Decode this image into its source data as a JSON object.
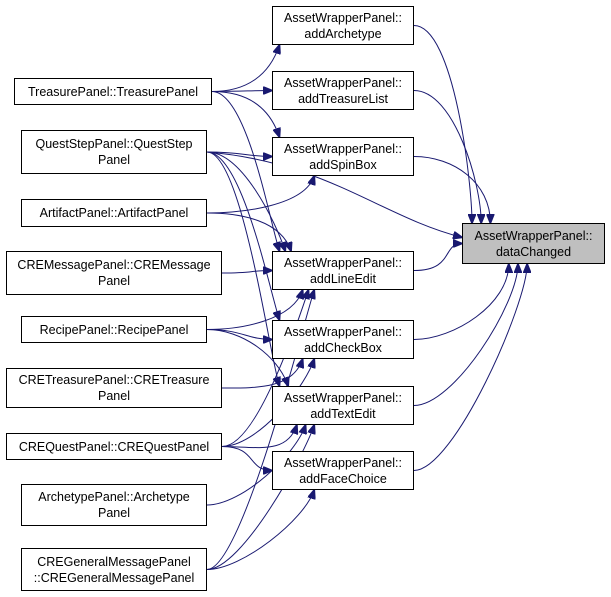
{
  "nodes": {
    "addArchetype": {
      "lines": [
        "AssetWrapperPanel::",
        "addArchetype"
      ]
    },
    "addTreasureList": {
      "lines": [
        "AssetWrapperPanel::",
        "addTreasureList"
      ]
    },
    "addSpinBox": {
      "lines": [
        "AssetWrapperPanel::",
        "addSpinBox"
      ]
    },
    "addLineEdit": {
      "lines": [
        "AssetWrapperPanel::",
        "addLineEdit"
      ]
    },
    "addCheckBox": {
      "lines": [
        "AssetWrapperPanel::",
        "addCheckBox"
      ]
    },
    "addTextEdit": {
      "lines": [
        "AssetWrapperPanel::",
        "addTextEdit"
      ]
    },
    "addFaceChoice": {
      "lines": [
        "AssetWrapperPanel::",
        "addFaceChoice"
      ]
    },
    "dataChanged": {
      "lines": [
        "AssetWrapperPanel::",
        "dataChanged"
      ]
    },
    "treasurePanel": {
      "lines": [
        "TreasurePanel::TreasurePanel"
      ]
    },
    "questStepPanel": {
      "lines": [
        "QuestStepPanel::QuestStep",
        "Panel"
      ]
    },
    "artifactPanel": {
      "lines": [
        "ArtifactPanel::ArtifactPanel"
      ]
    },
    "creMessagePanel": {
      "lines": [
        "CREMessagePanel::CREMessage",
        "Panel"
      ]
    },
    "recipePanel": {
      "lines": [
        "RecipePanel::RecipePanel"
      ]
    },
    "creTreasurePanel": {
      "lines": [
        "CRETreasurePanel::CRETreasure",
        "Panel"
      ]
    },
    "creQuestPanel": {
      "lines": [
        "CREQuestPanel::CREQuestPanel"
      ]
    },
    "archetypePanel": {
      "lines": [
        "ArchetypePanel::Archetype",
        "Panel"
      ]
    },
    "creGeneralMessagePanel": {
      "lines": [
        "CREGeneralMessagePanel",
        "::CREGeneralMessagePanel"
      ]
    }
  },
  "edges": [
    [
      "addArchetype",
      "dataChanged"
    ],
    [
      "addTreasureList",
      "dataChanged"
    ],
    [
      "addSpinBox",
      "dataChanged"
    ],
    [
      "addLineEdit",
      "dataChanged"
    ],
    [
      "addCheckBox",
      "dataChanged"
    ],
    [
      "addTextEdit",
      "dataChanged"
    ],
    [
      "addFaceChoice",
      "dataChanged"
    ],
    [
      "questStepPanel",
      "dataChanged"
    ],
    [
      "treasurePanel",
      "addArchetype"
    ],
    [
      "treasurePanel",
      "addTreasureList"
    ],
    [
      "treasurePanel",
      "addSpinBox"
    ],
    [
      "treasurePanel",
      "addLineEdit"
    ],
    [
      "questStepPanel",
      "addSpinBox"
    ],
    [
      "questStepPanel",
      "addLineEdit"
    ],
    [
      "questStepPanel",
      "addCheckBox"
    ],
    [
      "questStepPanel",
      "addTextEdit"
    ],
    [
      "artifactPanel",
      "addSpinBox"
    ],
    [
      "artifactPanel",
      "addLineEdit"
    ],
    [
      "creMessagePanel",
      "addLineEdit"
    ],
    [
      "recipePanel",
      "addLineEdit"
    ],
    [
      "recipePanel",
      "addCheckBox"
    ],
    [
      "recipePanel",
      "addTextEdit"
    ],
    [
      "creTreasurePanel",
      "addCheckBox"
    ],
    [
      "creQuestPanel",
      "addLineEdit"
    ],
    [
      "creQuestPanel",
      "addCheckBox"
    ],
    [
      "creQuestPanel",
      "addTextEdit"
    ],
    [
      "creQuestPanel",
      "addFaceChoice"
    ],
    [
      "archetypePanel",
      "addTextEdit"
    ],
    [
      "creGeneralMessagePanel",
      "addLineEdit"
    ],
    [
      "creGeneralMessagePanel",
      "addTextEdit"
    ],
    [
      "creGeneralMessagePanel",
      "addFaceChoice"
    ]
  ]
}
